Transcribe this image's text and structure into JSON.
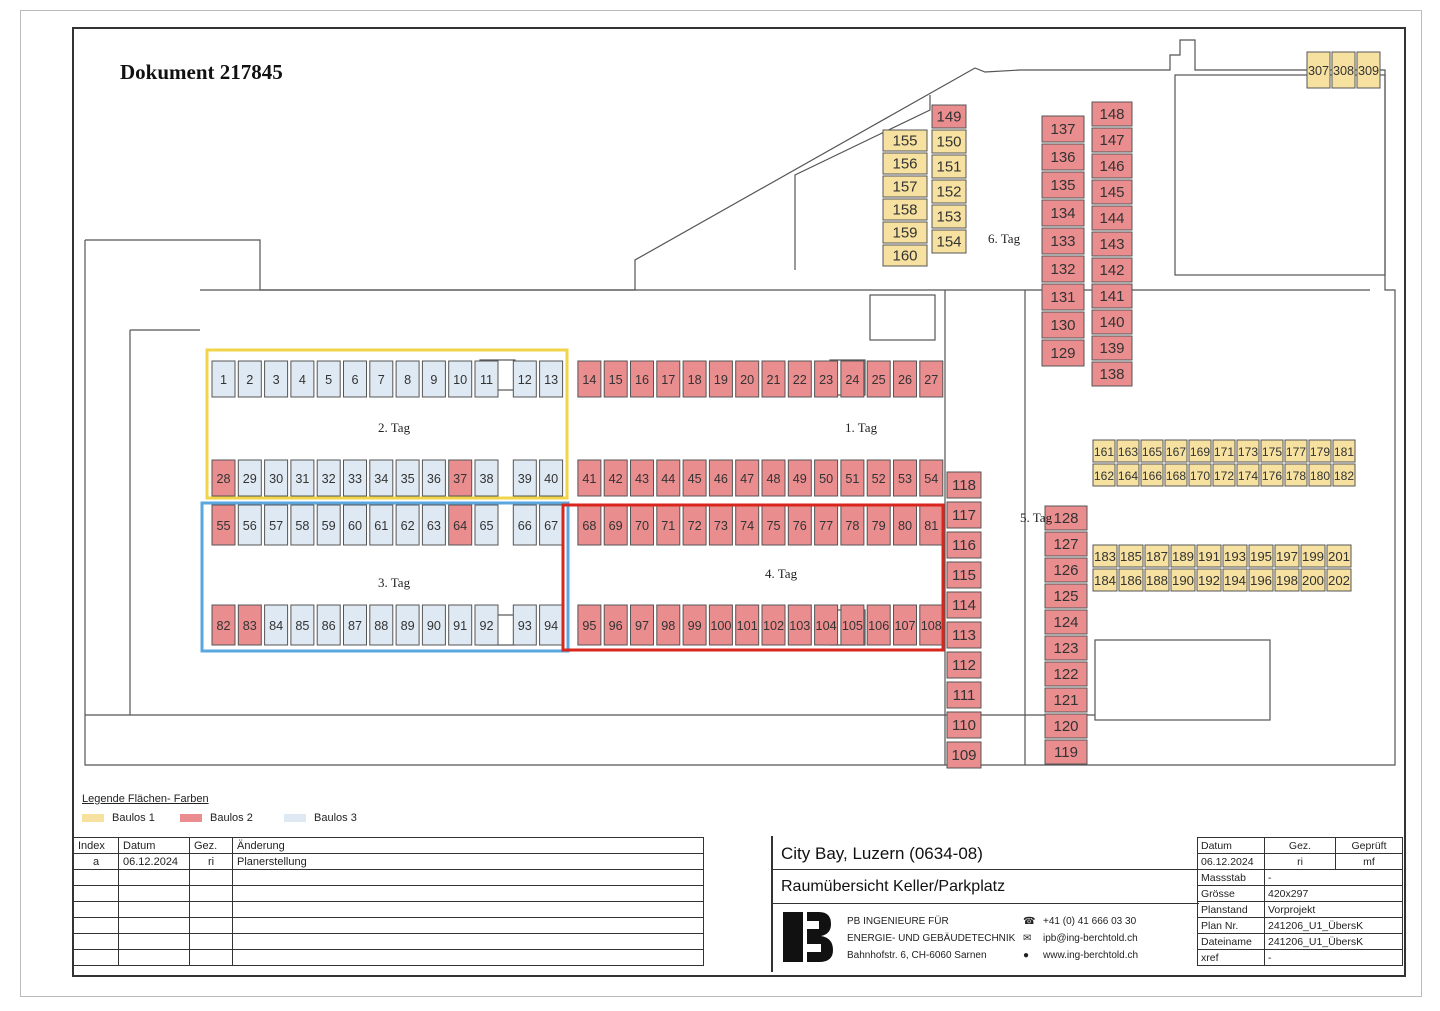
{
  "document_title": "Dokument 217845",
  "colors": {
    "baulos1": "#f6e1a0",
    "baulos2": "#ea8d8f",
    "baulos3": "#dfe9f3",
    "tag2": "#f0d44a",
    "tag3": "#5aa7e0",
    "tag4": "#d9261c"
  },
  "zones": {
    "tag1": "1. Tag",
    "tag2": "2. Tag",
    "tag3": "3. Tag",
    "tag4": "4. Tag",
    "tag5": "5. Tag",
    "tag6": "6. Tag"
  },
  "rows": {
    "r1": [
      "1",
      "2",
      "3",
      "4",
      "5",
      "6",
      "7",
      "8",
      "9",
      "10",
      "11",
      "12",
      "13",
      "14",
      "15",
      "16",
      "17",
      "18",
      "19",
      "20",
      "21",
      "22",
      "23",
      "24",
      "25",
      "26",
      "27"
    ],
    "r2": [
      "28",
      "29",
      "30",
      "31",
      "32",
      "33",
      "34",
      "35",
      "36",
      "37",
      "38",
      "39",
      "40",
      "41",
      "42",
      "43",
      "44",
      "45",
      "46",
      "47",
      "48",
      "49",
      "50",
      "51",
      "52",
      "53",
      "54"
    ],
    "r3": [
      "55",
      "56",
      "57",
      "58",
      "59",
      "60",
      "61",
      "62",
      "63",
      "64",
      "65",
      "66",
      "67",
      "68",
      "69",
      "70",
      "71",
      "72",
      "73",
      "74",
      "75",
      "76",
      "77",
      "78",
      "79",
      "80",
      "81"
    ],
    "r4": [
      "82",
      "83",
      "84",
      "85",
      "86",
      "87",
      "88",
      "89",
      "90",
      "91",
      "92",
      "93",
      "94",
      "95",
      "96",
      "97",
      "98",
      "99",
      "100",
      "101",
      "102",
      "103",
      "104",
      "105",
      "106",
      "107",
      "108"
    ],
    "right_col": [
      "109",
      "110",
      "111",
      "112",
      "113",
      "114",
      "115",
      "116",
      "117",
      "118"
    ],
    "ramp_col": [
      "119",
      "120",
      "121",
      "122",
      "123",
      "124",
      "125",
      "126",
      "127",
      "128"
    ],
    "top_a": [
      "129",
      "130",
      "131",
      "132",
      "133",
      "134",
      "135",
      "136",
      "137"
    ],
    "top_b": [
      "138",
      "139",
      "140",
      "141",
      "142",
      "143",
      "144",
      "145",
      "146",
      "147",
      "148"
    ],
    "top_c": [
      "149",
      "150",
      "151",
      "152",
      "153",
      "154"
    ],
    "top_d": [
      "155",
      "156",
      "157",
      "158",
      "159",
      "160"
    ],
    "east_top": [
      "161",
      "162",
      "163",
      "164",
      "165",
      "166",
      "167",
      "168",
      "169",
      "170",
      "171",
      "172",
      "173",
      "174",
      "175",
      "176",
      "177",
      "178",
      "179",
      "180",
      "181",
      "182"
    ],
    "east_mid": [
      "183",
      "184",
      "185",
      "186",
      "187",
      "188",
      "189",
      "190",
      "191",
      "192",
      "193",
      "194",
      "195",
      "196",
      "197",
      "198",
      "199",
      "200",
      "201",
      "202"
    ],
    "north_block": [
      "307",
      "308",
      "309"
    ]
  },
  "legend": {
    "title": "Legende Flächen- Farben",
    "items": [
      {
        "label": "Baulos 1",
        "color": "#f6e1a0"
      },
      {
        "label": "Baulos 2",
        "color": "#ea8d8f"
      },
      {
        "label": "Baulos 3",
        "color": "#dfe9f3"
      }
    ]
  },
  "revision_table": {
    "headers": [
      "Index",
      "Datum",
      "Gez.",
      "Änderung"
    ],
    "rows": [
      [
        "a",
        "06.12.2024",
        "ri",
        "Planerstellung"
      ]
    ]
  },
  "title_block": {
    "project": "City Bay, Luzern (0634-08)",
    "plan_title": "Raumübersicht Keller/Parkplatz",
    "company_line1": "PB INGENIEURE FÜR",
    "company_line2": "ENERGIE- UND GEBÄUDETECHNIK",
    "company_line3": "Bahnhofstr. 6, CH-6060 Sarnen",
    "phone": "+41 (0) 41 666 03 30",
    "email": "ipb@ing-berchtold.ch",
    "web": "www.ing-berchtold.ch"
  },
  "meta_table": {
    "head": [
      "Datum",
      "Gez.",
      "Geprüft"
    ],
    "head_values": [
      "06.12.2024",
      "ri",
      "mf"
    ],
    "rows": [
      [
        "Massstab",
        "-"
      ],
      [
        "Grösse",
        "420x297"
      ],
      [
        "Planstand",
        "Vorprojekt"
      ],
      [
        "Plan Nr.",
        "241206_U1_ÜbersK"
      ],
      [
        "Dateiname",
        "241206_U1_ÜbersK"
      ],
      [
        "xref",
        "-"
      ]
    ]
  }
}
